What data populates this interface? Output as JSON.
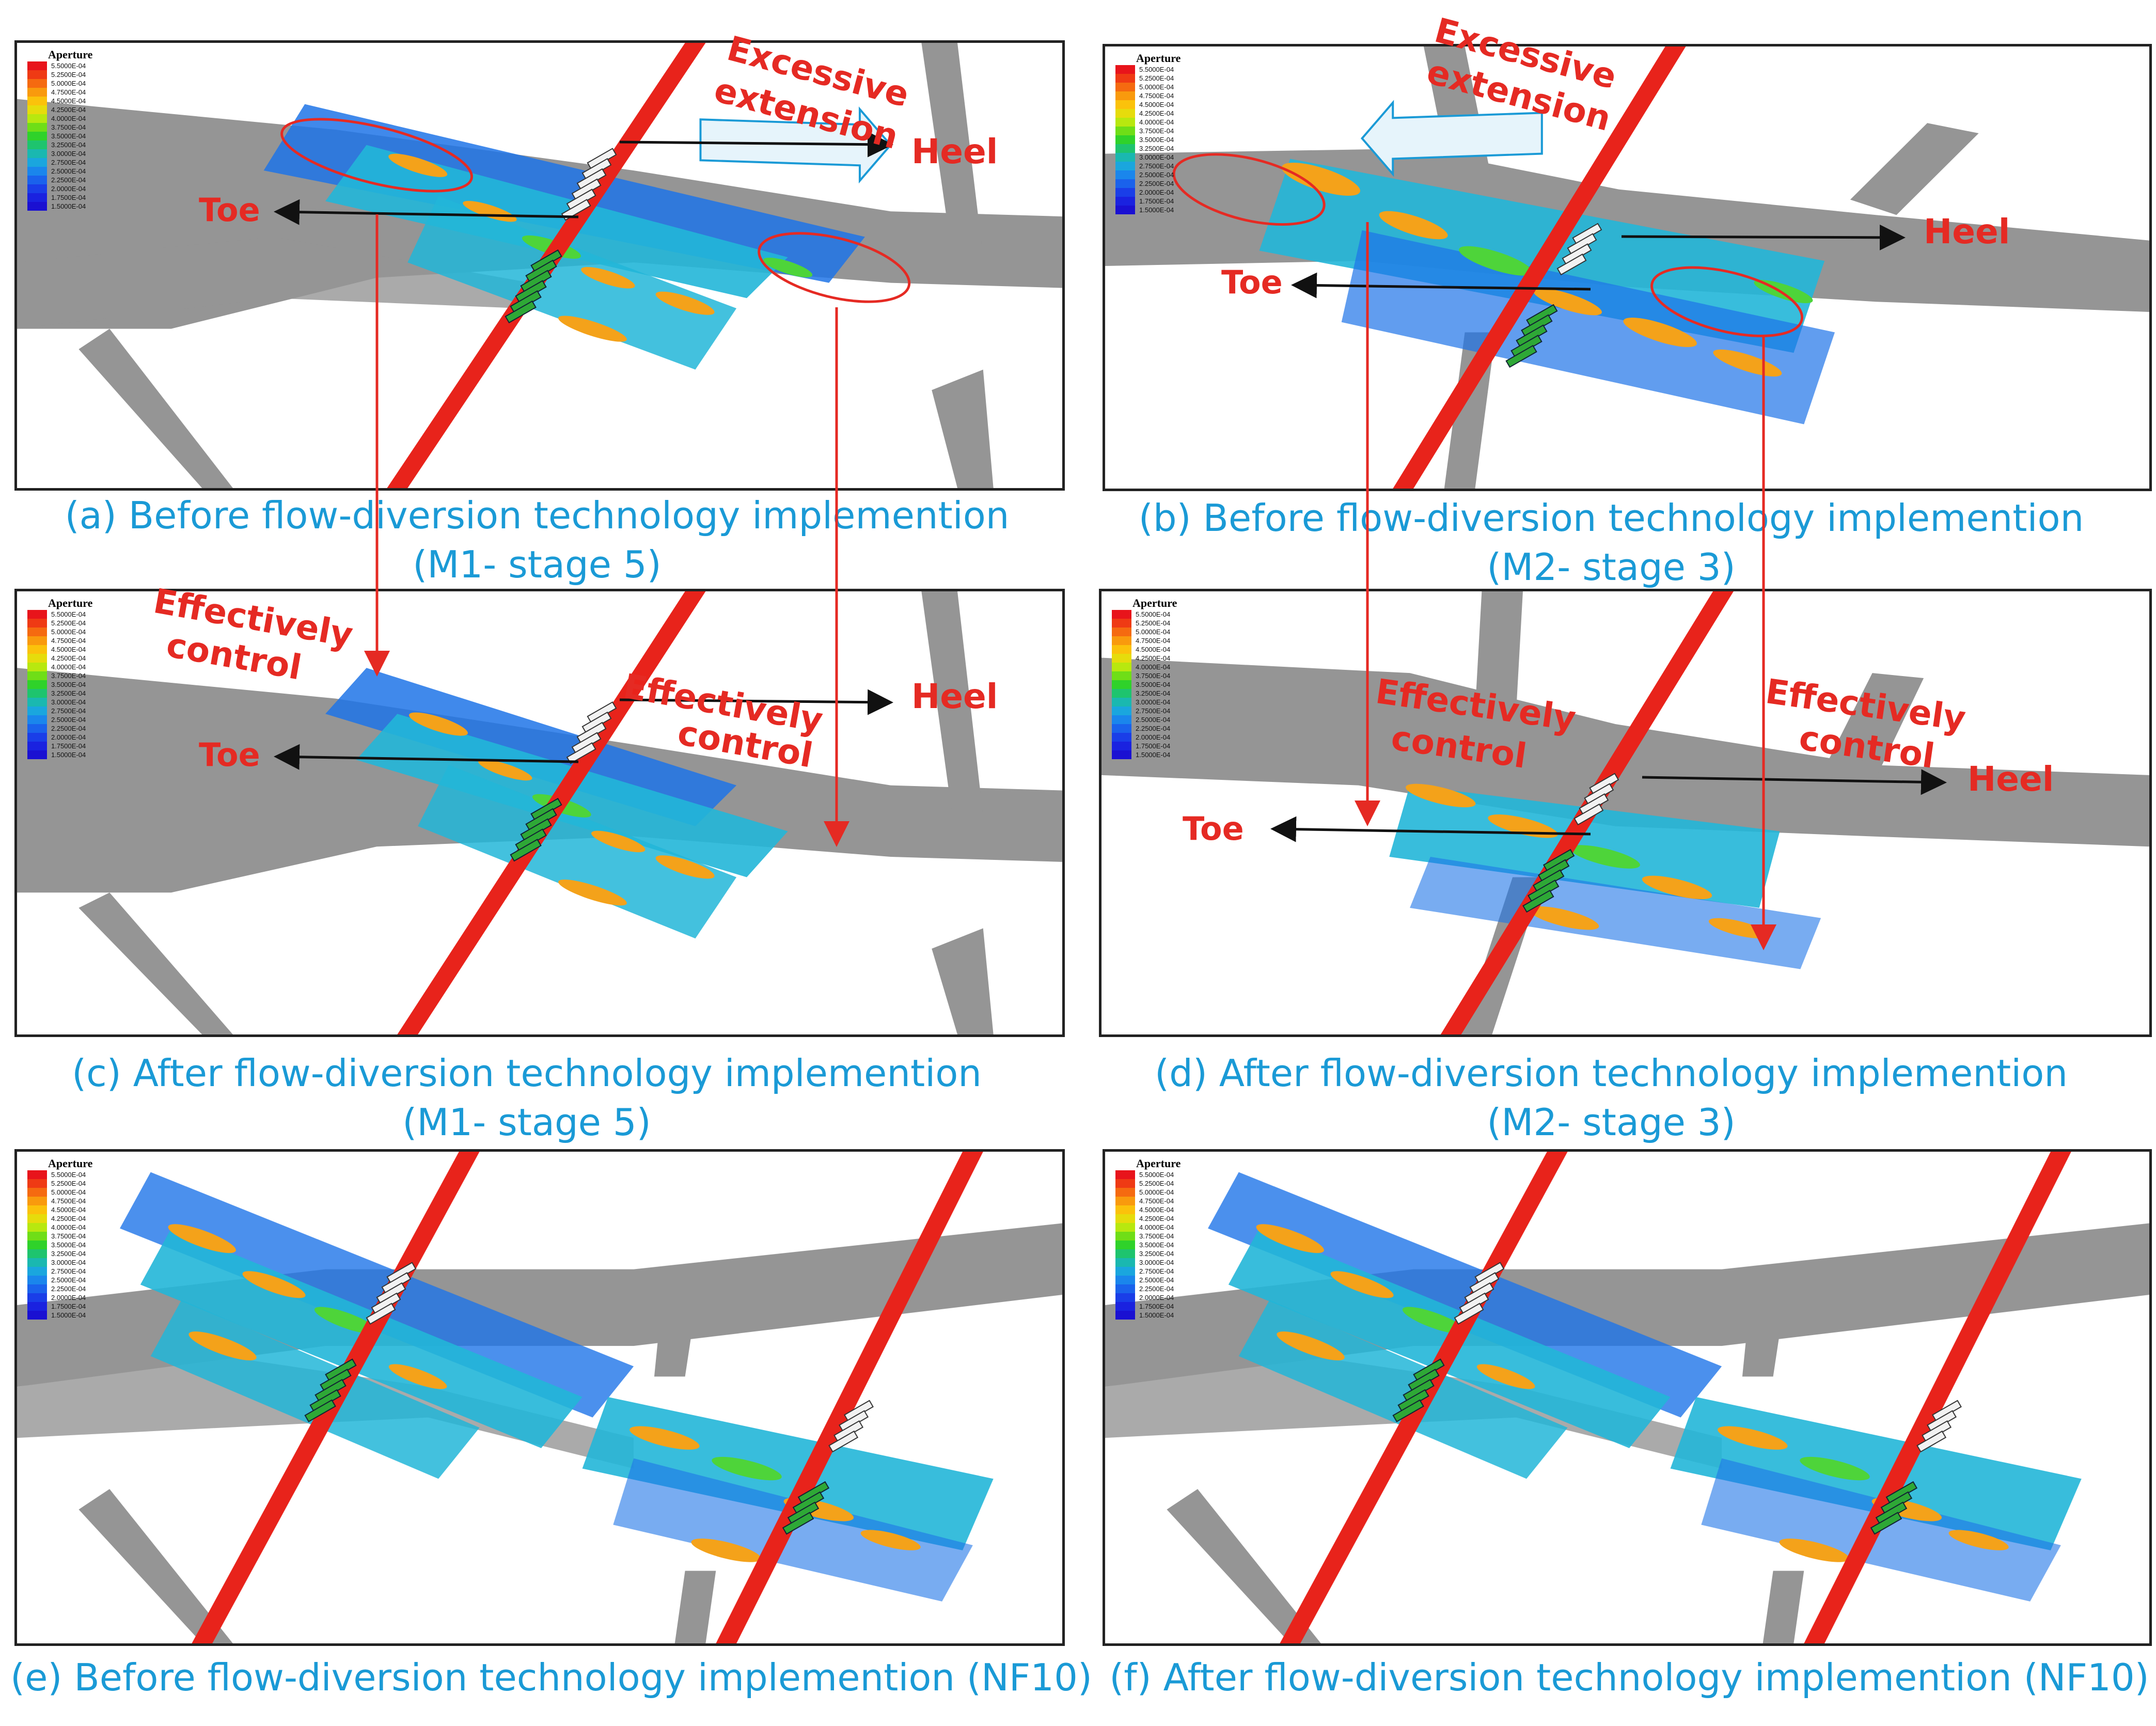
{
  "legend": {
    "title": "Aperture",
    "entries": [
      "5.5000E-04",
      "5.2500E-04",
      "5.0000E-04",
      "4.7500E-04",
      "4.5000E-04",
      "4.2500E-04",
      "4.0000E-04",
      "3.7500E-04",
      "3.5000E-04",
      "3.2500E-04",
      "3.0000E-04",
      "2.7500E-04",
      "2.5000E-04",
      "2.2500E-04",
      "2.0000E-04",
      "1.7500E-04",
      "1.5000E-04"
    ],
    "colors": [
      "#e8141b",
      "#ef3a14",
      "#f56a10",
      "#f99a0d",
      "#fbc20b",
      "#e6dc0c",
      "#b8e80f",
      "#6fde17",
      "#2fd22a",
      "#1ec46e",
      "#1ab8b0",
      "#1aa6de",
      "#1a86ec",
      "#1a62ec",
      "#1a3ee8",
      "#1a22e0",
      "#1a10d2"
    ]
  },
  "captions": {
    "a": "(a)  Before flow-diversion technology implemention",
    "a2": "(M1- stage 5)",
    "b": "(b)  Before flow-diversion technology implemention",
    "b2": "(M2- stage 3)",
    "c": "(c)  After flow-diversion technology implemention",
    "c2": "(M1- stage 5)",
    "d": "(d)  After flow-diversion technology implemention",
    "d2": "(M2- stage 3)",
    "e": "(e)  Before  flow-diversion technology implemention (NF10)",
    "f": "(f)  After flow-diversion technology implemention (NF10)"
  },
  "annotations": {
    "toe": "Toe",
    "heel": "Heel",
    "excessive": "Excessive",
    "extension": "extension",
    "effectively": "Effectively",
    "control": "control"
  },
  "colors": {
    "well": "#e8231b",
    "ring_white": "#f2f2f2",
    "ring_green": "#2ea836",
    "matrix_gray": "#8a8a8a",
    "fracture_blue": "#1e74e8",
    "fracture_cyan": "#22b6d8",
    "fracture_orange": "#f4a21a",
    "fracture_green": "#4ed43a",
    "annotation_red": "#e52a23",
    "caption_blue": "#1a9ad6",
    "arrow_fill": "#e6f4fb"
  }
}
